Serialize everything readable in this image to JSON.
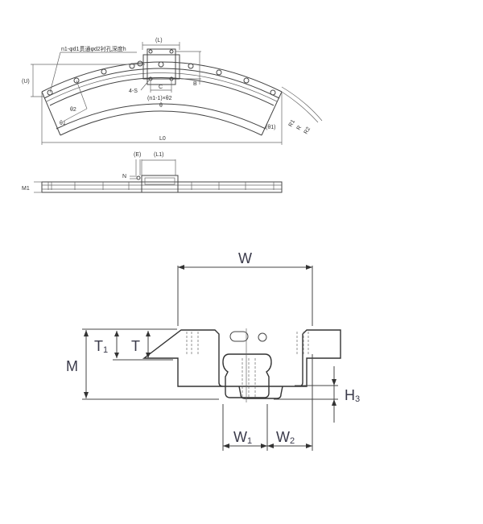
{
  "top_view": {
    "hole_note": "n1-φd1贯通φd2衬孔深度h",
    "labels": {
      "L": "(L)",
      "U": "(U)",
      "B": "B",
      "C": "C",
      "S": "4-S",
      "pitch": "(n1-1)×θ2",
      "theta": "θ",
      "theta2": "θ2",
      "theta1": "θ1",
      "theta1_paren": "(θ1)",
      "L0": "L0",
      "R1": "R1",
      "R": "R",
      "R2": "R2"
    }
  },
  "side_view": {
    "labels": {
      "E": "(E)",
      "L1": "(L1)",
      "N": "N",
      "M1": "M1"
    }
  },
  "section_view": {
    "labels": {
      "W": "W",
      "T1": "T",
      "T1_sub": "1",
      "T": "T",
      "M": "M",
      "H3": "H",
      "H3_sub": "3",
      "W1": "W",
      "W1_sub": "1",
      "W2": "W",
      "W2_sub": "2"
    }
  }
}
